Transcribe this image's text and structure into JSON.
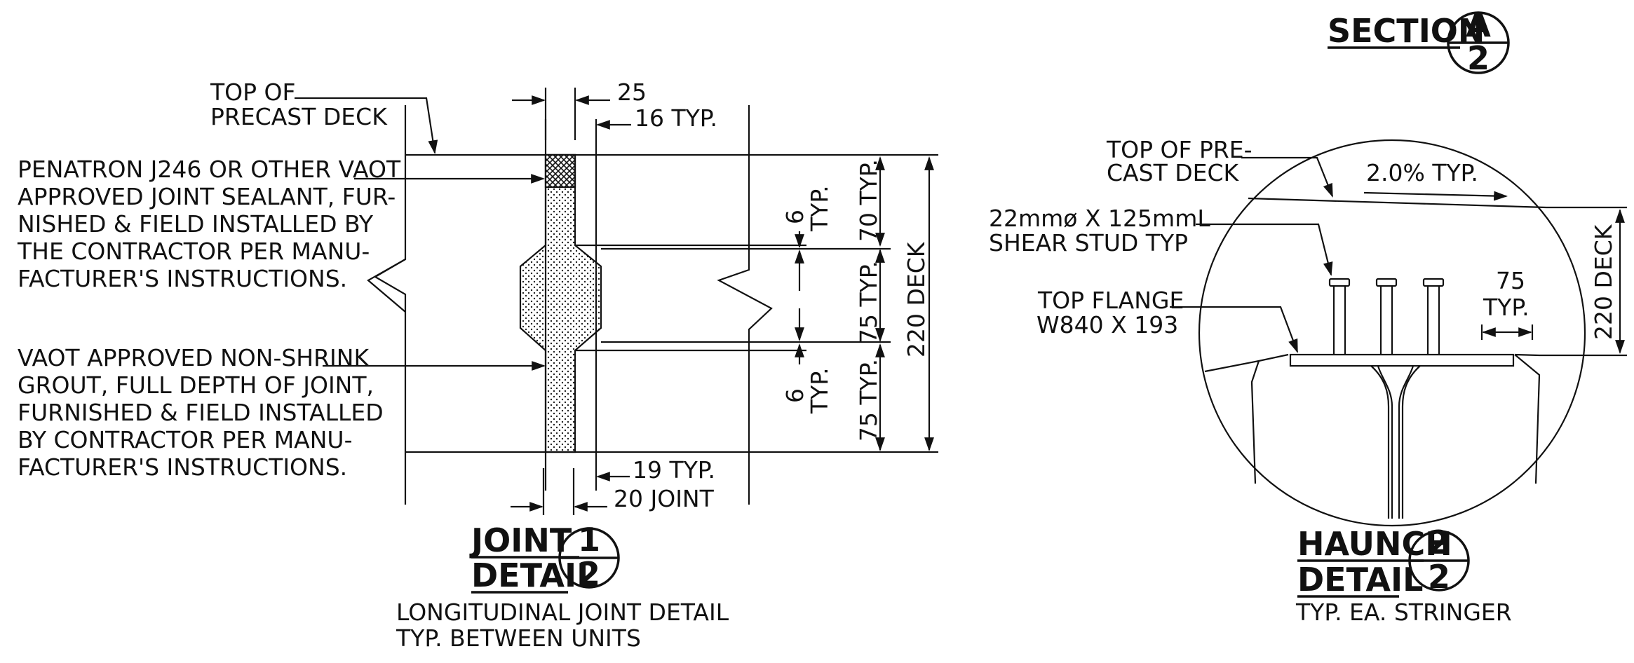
{
  "section": {
    "word": "SECTION",
    "top": "A",
    "bottom": "2"
  },
  "joint": {
    "note_top": [
      "TOP OF",
      "PRECAST DECK"
    ],
    "note_sealant": [
      "PENATRON J246 OR OTHER VAOT",
      "APPROVED JOINT SEALANT, FUR-",
      "NISHED & FIELD INSTALLED BY",
      "THE CONTRACTOR PER MANU-",
      "FACTURER'S INSTRUCTIONS."
    ],
    "note_grout": [
      "VAOT APPROVED NON-SHRINK",
      "GROUT, FULL DEPTH OF JOINT,",
      "FURNISHED & FIELD INSTALLED",
      "BY CONTRACTOR PER MANU-",
      "FACTURER'S INSTRUCTIONS."
    ],
    "dim_25": "25",
    "dim_16": "16 TYP.",
    "dim_19": "19 TYP.",
    "dim_20": "20 JOINT",
    "dim_6a": "6",
    "dim_6a_typ": "TYP.",
    "dim_6b": "6",
    "dim_6b_typ": "TYP.",
    "dim_70": "70 TYP.",
    "dim_75a": "75 TYP.",
    "dim_75b": "75 TYP.",
    "dim_220": "220 DECK",
    "title_line1": "JOINT",
    "title_line2": "DETAIL",
    "bubble_top": "1",
    "bubble_bottom": "2",
    "caption": [
      "LONGITUDINAL JOINT DETAIL",
      "TYP. BETWEEN UNITS"
    ]
  },
  "haunch": {
    "note_deck": [
      "TOP OF PRE-",
      "CAST DECK"
    ],
    "slope": "2.0% TYP.",
    "note_stud": [
      "22mmø X 125mmL",
      "SHEAR STUD TYP"
    ],
    "note_flange": [
      "TOP FLANGE",
      "W840 X 193"
    ],
    "dim_75": "75",
    "dim_75_typ": "TYP.",
    "dim_220": "220 DECK",
    "title_line1": "HAUNCH",
    "title_line2": "DETAIL",
    "bubble_top": "2",
    "bubble_bottom": "2",
    "caption": "TYP. EA. STRINGER"
  }
}
